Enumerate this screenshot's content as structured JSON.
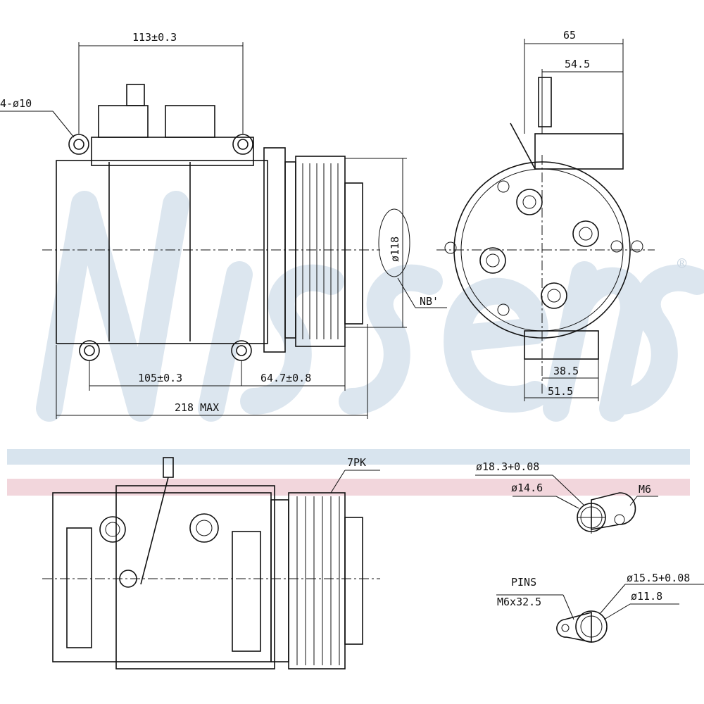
{
  "watermark": {
    "brand": "Nissens",
    "registered": "®",
    "band_colors": {
      "blue": "#d8e4ee",
      "pink": "#f2d6dc"
    }
  },
  "dimensions": {
    "top_width": "113±0.3",
    "holes": "4-ø10",
    "side_width_total": "65",
    "side_width_port": "54.5",
    "pulley_diameter": "ø118",
    "belt_note": "NB'",
    "mount_spacing": "105±0.3",
    "pulley_offset": "64.7±0.8",
    "overall_length": "218 MAX",
    "bottom_inner": "38.5",
    "bottom_outer": "51.5"
  },
  "bottom_view": {
    "belt": "7PK"
  },
  "fittings": {
    "outer_diameter_1": "ø18.3+0.08",
    "inner_diameter_1": "ø14.6",
    "thread_1": "M6",
    "pins_label": "PINS",
    "pins_size": "M6x32.5",
    "outer_diameter_2": "ø15.5+0.08",
    "inner_diameter_2": "ø11.8"
  }
}
